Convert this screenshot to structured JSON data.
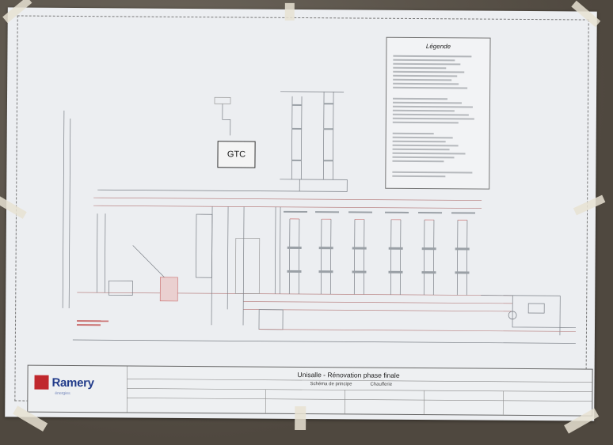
{
  "drawing": {
    "legend_title": "Légende",
    "gtc_label": "GTC",
    "company": "Ramery",
    "company_tagline": "énergies",
    "project_title": "Unisalle - Rénovation phase finale",
    "sheet_subtitle": "Schéma de principe",
    "sheet_type": "Chaufferie"
  }
}
